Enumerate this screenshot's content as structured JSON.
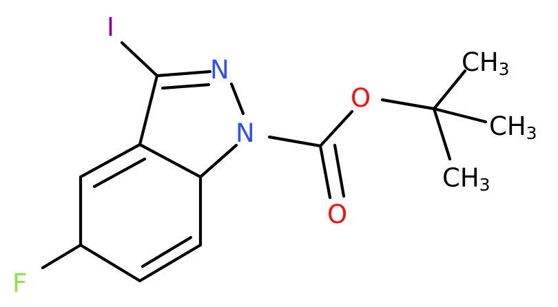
{
  "molecule": {
    "colors": {
      "carbon_bond": "#000000",
      "iodine": "#940094",
      "nitrogen": "#3050F8",
      "oxygen": "#FF0D0D",
      "fluorine": "#90E050"
    },
    "labels": {
      "iodine": "I",
      "n2": "N",
      "n1": "N",
      "o_ester": "O",
      "o_carbonyl": "O",
      "fluorine": "F",
      "methyl_1_main": "CH",
      "methyl_1_sub": "3",
      "methyl_2_main": "CH",
      "methyl_2_sub": "3",
      "methyl_3_main": "CH",
      "methyl_3_sub": "3"
    }
  }
}
